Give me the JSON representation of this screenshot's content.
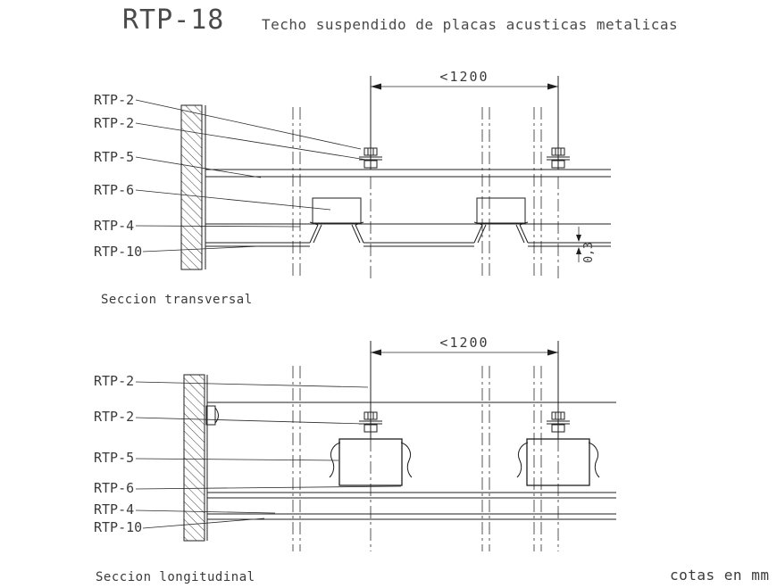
{
  "title": {
    "code": "RTP-18",
    "description": "Techo suspendido de placas acusticas metalicas"
  },
  "footer": {
    "units": "cotas en mm"
  },
  "transversal": {
    "caption": "Seccion transversal",
    "dimension": "<1200",
    "thickness": "0,3",
    "labels": [
      "RTP-2",
      "RTP-2",
      "RTP-5",
      "RTP-6",
      "RTP-4",
      "RTP-10"
    ]
  },
  "longitudinal": {
    "caption": "Seccion longitudinal",
    "dimension": "<1200",
    "labels": [
      "RTP-2",
      "RTP-2",
      "RTP-5",
      "RTP-6",
      "RTP-4",
      "RTP-10"
    ]
  },
  "colors": {
    "background": "#ffffff",
    "line": "#1f1f1f",
    "text": "#3a3a3a",
    "title_text": "#4a4a4a"
  }
}
